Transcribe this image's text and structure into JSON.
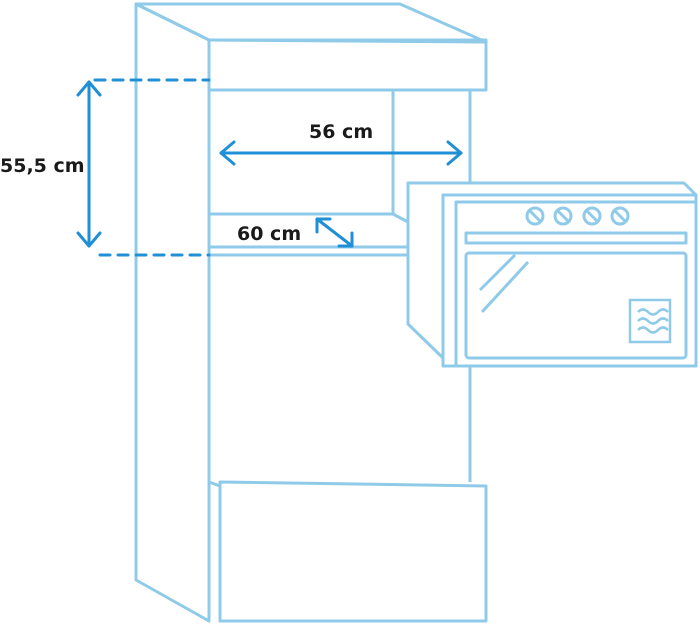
{
  "colors": {
    "outline": "#8fcbe8",
    "dimension": "#1f8fd6",
    "text": "#1a1a1a",
    "background": "#ffffff"
  },
  "dimensions": {
    "height_label": "55,5 cm",
    "width_label": "56 cm",
    "depth_label": "60 cm"
  },
  "icons": {
    "knobs": [
      "oven-knob-icon",
      "oven-knob-icon",
      "oven-knob-icon",
      "oven-knob-icon"
    ],
    "window_symbol": "steam-window-icon"
  }
}
